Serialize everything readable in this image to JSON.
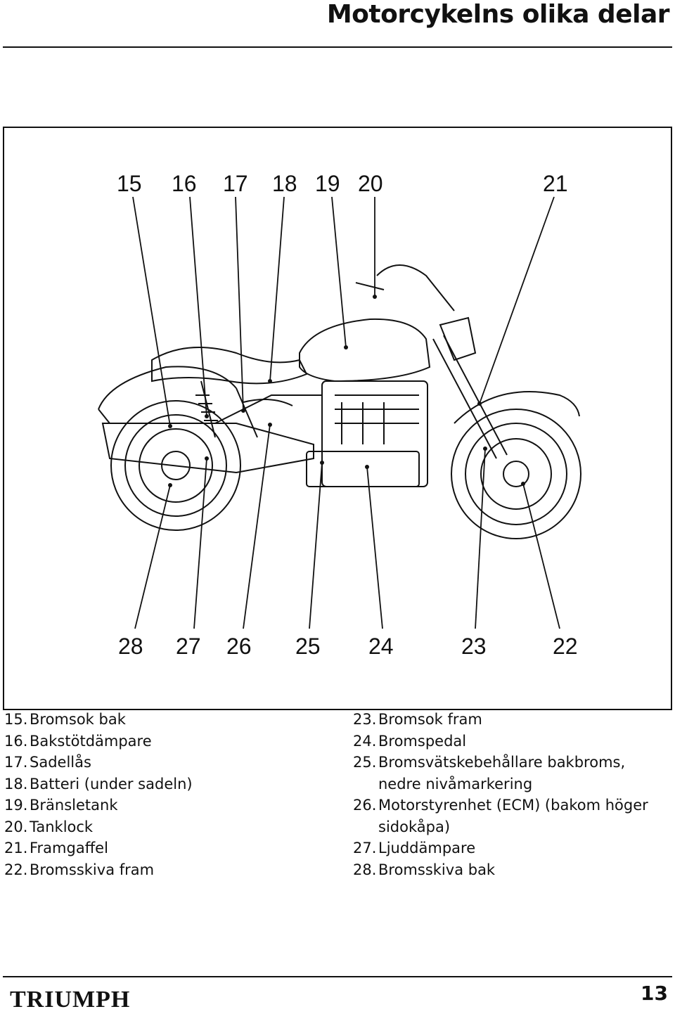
{
  "header": {
    "title": "Motorcykelns olika delar"
  },
  "figure": {
    "top_callouts": [
      "15",
      "16",
      "17",
      "18",
      "19",
      "20",
      "21"
    ],
    "bottom_callouts": [
      "28",
      "27",
      "26",
      "25",
      "24",
      "23",
      "22"
    ]
  },
  "legend": {
    "left": [
      {
        "n": "15.",
        "t": "Bromsok bak"
      },
      {
        "n": "16.",
        "t": "Bakstötdämpare"
      },
      {
        "n": "17.",
        "t": "Sadellås"
      },
      {
        "n": "18.",
        "t": "Batteri (under sadeln)"
      },
      {
        "n": "19.",
        "t": "Bränsletank"
      },
      {
        "n": "20.",
        "t": "Tanklock"
      },
      {
        "n": "21.",
        "t": "Framgaffel"
      },
      {
        "n": "22.",
        "t": "Bromsskiva fram"
      }
    ],
    "right": [
      {
        "n": "23.",
        "t": "Bromsok fram"
      },
      {
        "n": "24.",
        "t": "Bromspedal"
      },
      {
        "n": "25.",
        "t": "Bromsvätskebehållare bakbroms,"
      },
      {
        "n": "",
        "t": "nedre nivåmarkering"
      },
      {
        "n": "26.",
        "t": "Motorstyrenhet (ECM) (bakom höger"
      },
      {
        "n": "",
        "t": "sidokåpa)"
      },
      {
        "n": "27.",
        "t": "Ljuddämpare"
      },
      {
        "n": "28.",
        "t": "Bromsskiva bak"
      }
    ]
  },
  "footer": {
    "brand": "TRIUMPH",
    "page_number": "13"
  }
}
